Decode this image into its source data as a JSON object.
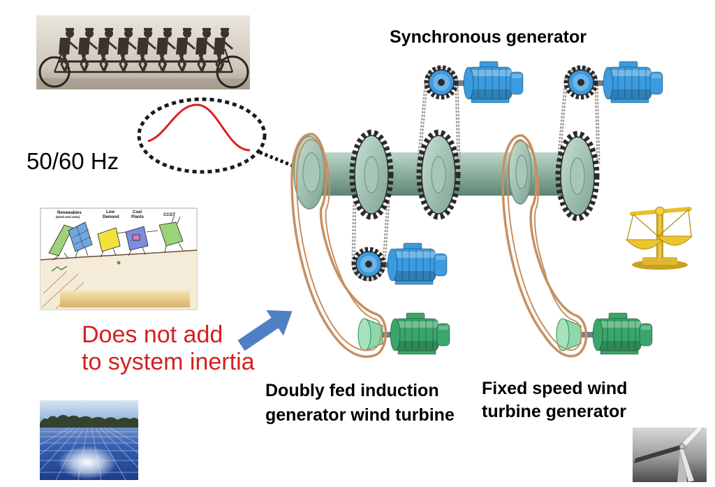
{
  "labels": {
    "synchronous_generator": "Synchronous generator",
    "frequency": "50/60 Hz",
    "inertia_note": [
      "Does not add",
      "to system inertia"
    ],
    "dfig": [
      "Doubly fed induction",
      "generator wind turbine"
    ],
    "fixed_speed": [
      "Fixed speed wind",
      "turbine generator"
    ]
  },
  "cartoon": {
    "labels": [
      {
        "title": "Renewables",
        "sub": "(wind and solar)"
      },
      {
        "title": "Low",
        "sub": "Demand"
      },
      {
        "title": "Coal",
        "sub": "Plants"
      },
      {
        "title": "CCGT"
      }
    ]
  },
  "icons": {
    "tandem_bicycle": "tandem-bicycle-photo-icon",
    "waveform": "sine-wave-icon",
    "cliff_cartoon": "cliff-cartoon-icon",
    "solar_panels": "solar-panels-photo-icon",
    "wind_turbine": "wind-turbine-photo-icon",
    "balance_scale": "balance-scale-icon",
    "pointer_arrow": "arrow-icon",
    "motor": "electric-motor-icon",
    "gear": "sprocket-gear-icon"
  },
  "colors": {
    "inertia_note": "#d42020",
    "waveform": "#d92020",
    "motor_blue": "#3a9be0",
    "motor_green": "#3aa66a",
    "belt": "#c98f5f",
    "shaft": "#8fb3a2",
    "pointer_arrow": "#4f7fc4",
    "scale_gold": "#e6c02a"
  }
}
